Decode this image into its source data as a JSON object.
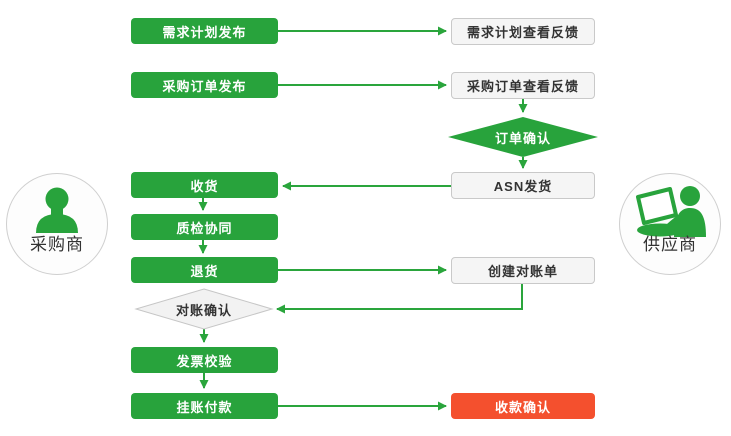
{
  "diagram": {
    "colors": {
      "process_green": "#28a33c",
      "highlight_red": "#f4502e",
      "arrow_green": "#2aa53c",
      "plain_fill": "#f5f5f5",
      "plain_border": "#c9c9c9",
      "text_dark": "#333333",
      "text_light": "#ffffff"
    },
    "actors": {
      "buyer": {
        "label": "采购商"
      },
      "supplier": {
        "label": "供应商"
      }
    },
    "nodes": {
      "demand_plan_publish": {
        "label": "需求计划发布",
        "lane": "buyer",
        "shape": "process"
      },
      "po_publish": {
        "label": "采购订单发布",
        "lane": "buyer",
        "shape": "process"
      },
      "receiving": {
        "label": "收货",
        "lane": "buyer",
        "shape": "process"
      },
      "quality_collab": {
        "label": "质检协同",
        "lane": "buyer",
        "shape": "process"
      },
      "returns": {
        "label": "退货",
        "lane": "buyer",
        "shape": "process"
      },
      "recon_confirm": {
        "label": "对账确认",
        "lane": "buyer",
        "shape": "decision"
      },
      "invoice_check": {
        "label": "发票校验",
        "lane": "buyer",
        "shape": "process"
      },
      "payment": {
        "label": "挂账付款",
        "lane": "buyer",
        "shape": "process"
      },
      "demand_plan_feedback": {
        "label": "需求计划查看反馈",
        "lane": "supplier",
        "shape": "process"
      },
      "po_feedback": {
        "label": "采购订单查看反馈",
        "lane": "supplier",
        "shape": "process"
      },
      "order_confirm": {
        "label": "订单确认",
        "lane": "supplier",
        "shape": "decision"
      },
      "asn_ship": {
        "label": "ASN发货",
        "lane": "supplier",
        "shape": "process"
      },
      "create_statement": {
        "label": "创建对账单",
        "lane": "supplier",
        "shape": "process"
      },
      "receipt_confirm": {
        "label": "收款确认",
        "lane": "supplier",
        "shape": "process-highlight"
      }
    },
    "edges": [
      {
        "from": "demand_plan_publish",
        "to": "demand_plan_feedback"
      },
      {
        "from": "po_publish",
        "to": "po_feedback"
      },
      {
        "from": "po_feedback",
        "to": "order_confirm"
      },
      {
        "from": "order_confirm",
        "to": "asn_ship"
      },
      {
        "from": "asn_ship",
        "to": "receiving"
      },
      {
        "from": "receiving",
        "to": "quality_collab"
      },
      {
        "from": "quality_collab",
        "to": "returns"
      },
      {
        "from": "returns",
        "to": "create_statement"
      },
      {
        "from": "create_statement",
        "to": "recon_confirm"
      },
      {
        "from": "recon_confirm",
        "to": "invoice_check"
      },
      {
        "from": "invoice_check",
        "to": "payment"
      },
      {
        "from": "payment",
        "to": "receipt_confirm"
      }
    ]
  }
}
